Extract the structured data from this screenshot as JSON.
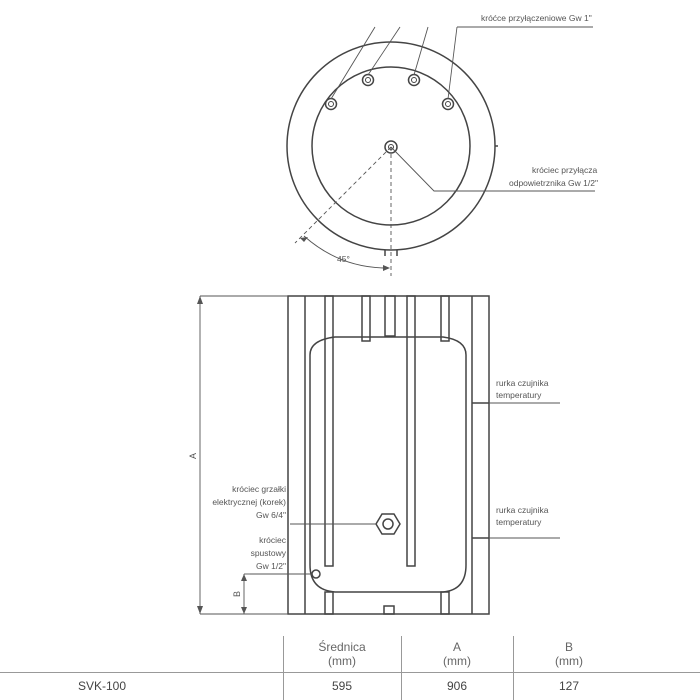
{
  "labels": {
    "connections": "króćce przyłączeniowe Gw 1\"",
    "vent_line1": "króciec przyłącza",
    "vent_line2": "odpowietrznika Gw 1/2\"",
    "angle": "45°",
    "sensor1_line1": "rurka czujnika",
    "sensor1_line2": "temperatury",
    "sensor2_line1": "rurka czujnika",
    "sensor2_line2": "temperatury",
    "heater_line1": "króciec grzałki",
    "heater_line2": "elektrycznej (korek)",
    "heater_line3": "Gw 6/4\"",
    "drain_line1": "króciec",
    "drain_line2": "spustowy",
    "drain_line3": "Gw 1/2\"",
    "dim_a": "A",
    "dim_b": "B"
  },
  "table": {
    "headers": [
      {
        "line1": "Średnica",
        "line2": "(mm)"
      },
      {
        "line1": "A",
        "line2": "(mm)"
      },
      {
        "line1": "B",
        "line2": "(mm)"
      }
    ],
    "rows": [
      {
        "model": "SVK-100",
        "values": [
          "595",
          "906",
          "127"
        ]
      }
    ]
  }
}
